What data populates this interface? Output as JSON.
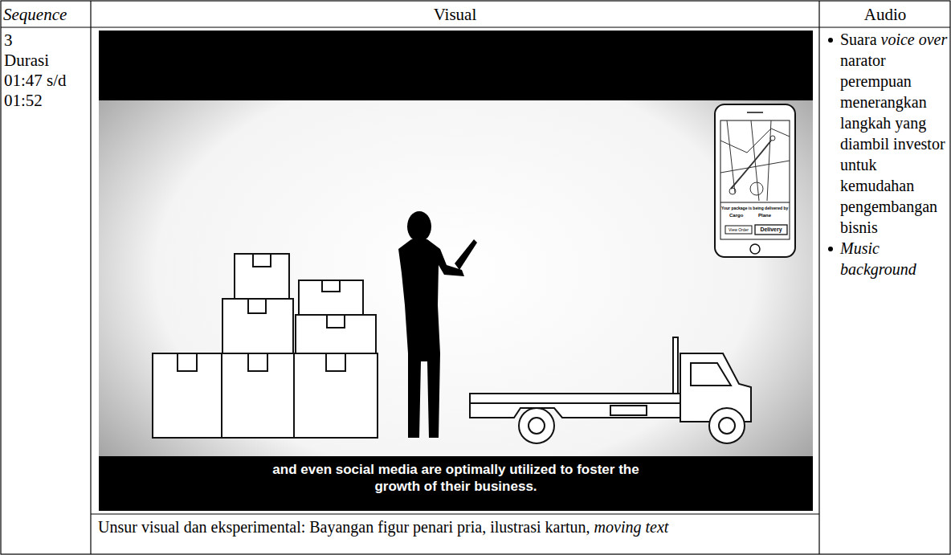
{
  "diagram": {
    "labels": [
      "Sequence",
      "Visual",
      "Audio",
      "3",
      "Durasi 01:47 s/d 01:52",
      "Suara",
      "voice over",
      "narator perempuan menerangkan langkah yang diambil investor untuk kemudahan pengembangan bisnis",
      "Music background",
      "and even social media are optimally utilized to foster the growth of their business.",
      "Your package is being delivered by",
      "Cargo",
      "Plane",
      "View Order",
      "Delivery",
      "Unsur visual dan eksperimental: Bayangan figur penari pria, ilustrasi kartun,",
      "moving text"
    ]
  }
}
